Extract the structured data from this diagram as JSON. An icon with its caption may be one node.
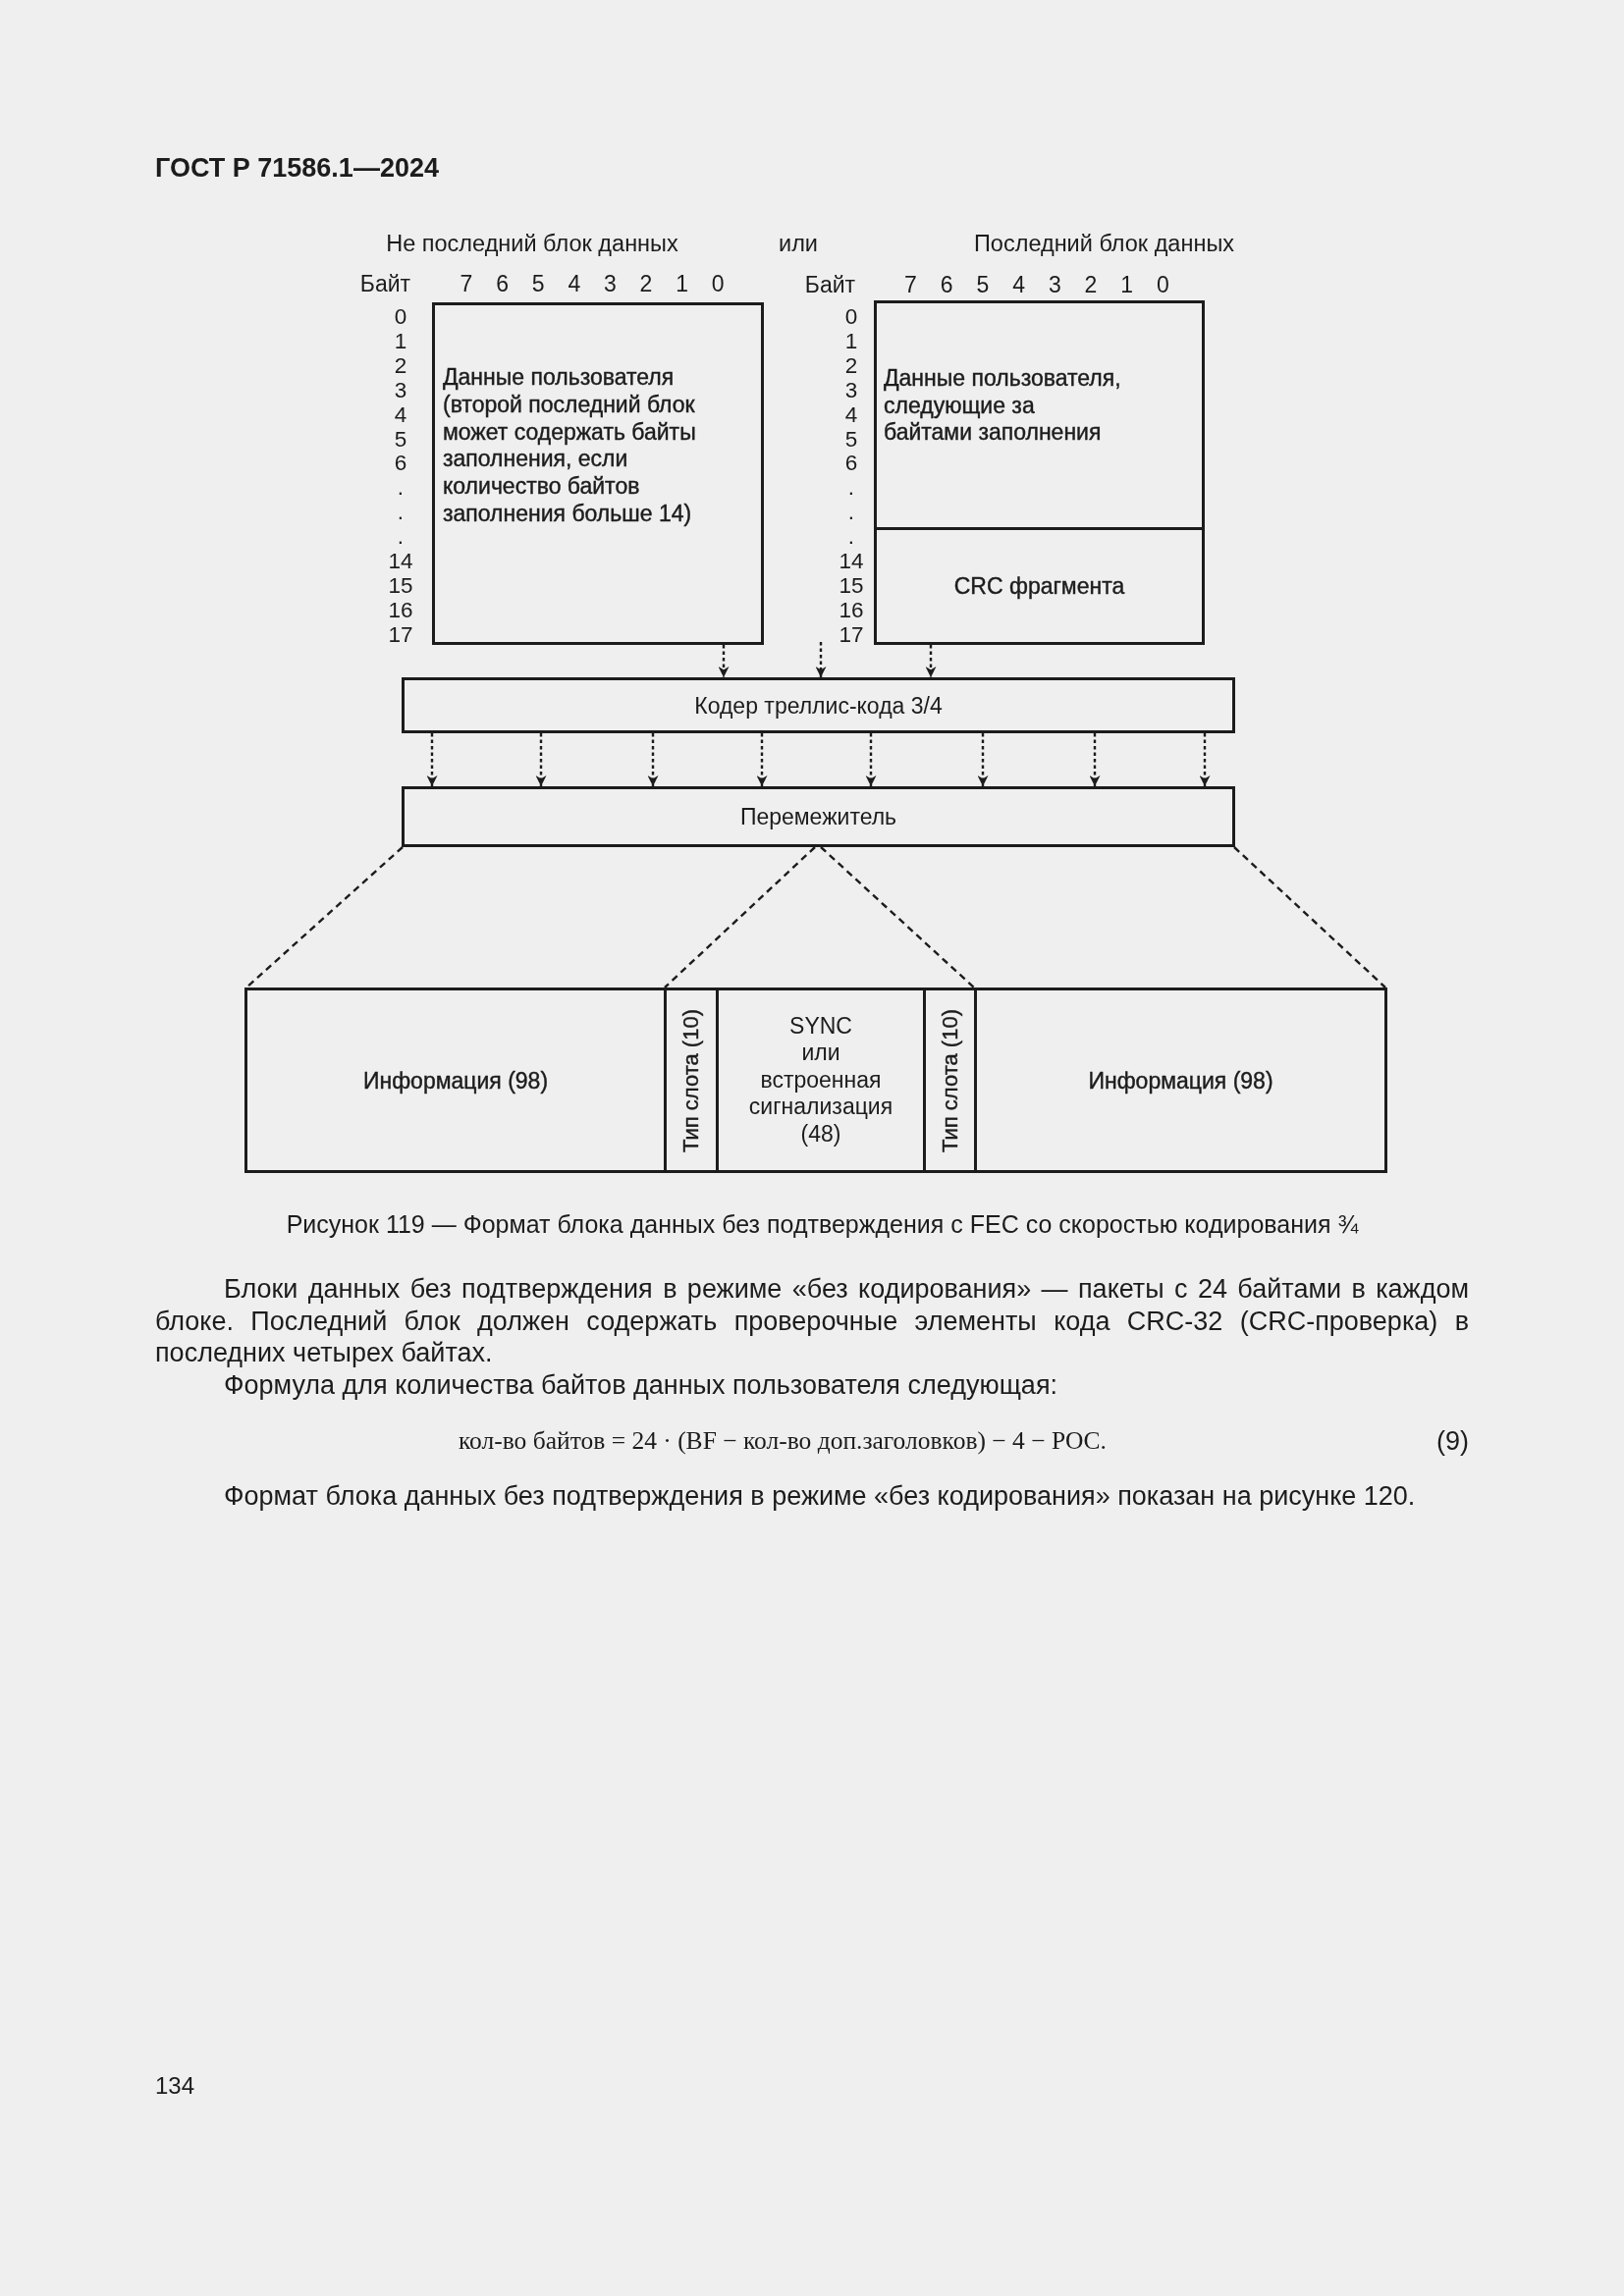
{
  "diagram": {
    "caption": "Рисунок 119 — Формат блока данных без подтверждения с FEC со скоростью кодирования ¾",
    "nodes": [
      {
        "text": [
          "Данные пользователя (второй последний блок может содержать байты заполнения, если количество байтов заполнения больше 14)"
        ],
        "beside": [
          "Не последний блок данных"
        ]
      },
      {
        "text": [],
        "shape": "box",
        "beside": [
          "Последний блок данных"
        ]
      },
      {
        "text": [
          "Данные пользователя, следующие за байтами заполнения"
        ],
        "in": 1
      },
      {
        "text": [
          "CRC фрагмента"
        ],
        "in": 1
      },
      {
        "text": [
          "Кодер треллис-кода 3/4"
        ]
      },
      {
        "text": [
          "Перемежитель"
        ]
      },
      {
        "text": [
          "Информация (98)"
        ]
      },
      {
        "text": [
          "Тип слота (10)"
        ]
      },
      {
        "text": [
          "SYNC или встроенная сигнализация (48)"
        ]
      },
      {
        "text": [
          "Тип слота (10)"
        ]
      },
      {
        "text": [
          "Информация (98)"
        ]
      }
    ],
    "edges": [
      {
        "from": 0,
        "to": 4,
        "arrow": "to",
        "style": "dashed"
      },
      {
        "from": null,
        "to": 4,
        "arrow": "to",
        "style": "dashed"
      },
      {
        "from": 1,
        "to": 4,
        "arrow": "to",
        "style": "dashed"
      },
      {
        "from": 4,
        "to": 5,
        "arrow": "to",
        "style": "dashed"
      },
      {
        "from": 4,
        "to": 5,
        "arrow": "to",
        "style": "dashed"
      },
      {
        "from": 4,
        "to": 5,
        "arrow": "to",
        "style": "dashed"
      },
      {
        "from": 4,
        "to": 5,
        "arrow": "to",
        "style": "dashed"
      },
      {
        "from": 4,
        "to": 5,
        "arrow": "to",
        "style": "dashed"
      },
      {
        "from": 4,
        "to": 5,
        "arrow": "to",
        "style": "dashed"
      },
      {
        "from": 4,
        "to": 5,
        "arrow": "to",
        "style": "dashed"
      },
      {
        "from": 4,
        "to": 5,
        "arrow": "to",
        "style": "dashed"
      },
      {
        "from": 5,
        "to": 6,
        "arrow": "none",
        "style": "dashed"
      },
      {
        "from": 5,
        "to": 6,
        "arrow": "none",
        "style": "dashed"
      },
      {
        "from": 5,
        "to": 10,
        "arrow": "none",
        "style": "dashed"
      },
      {
        "from": 5,
        "to": 10,
        "arrow": "none",
        "style": "dashed"
      }
    ],
    "labels": [
      "ГОСТ Р 71586.1—2024",
      "или",
      "Байт",
      "7",
      "6",
      "5",
      "4",
      "3",
      "2",
      "1",
      "0",
      "Байт",
      "7",
      "6",
      "5",
      "4",
      "3",
      "2",
      "1",
      "0",
      "0",
      "1",
      "2",
      "3",
      "4",
      "5",
      "6",
      ".",
      ".",
      ".",
      "14",
      "15",
      "16",
      "17",
      "0",
      "1",
      "2",
      "3",
      "4",
      "5",
      "6",
      ".",
      ".",
      ".",
      "14",
      "15",
      "16",
      "17",
      "Блоки данных без подтверждения в режиме «без кодирования» — пакеты с 24 байтами в каждом блоке. Последний блок должен содержать проверочные элементы кода CRC-32 (CRC-проверка) в последних четырех байтах.",
      "Формула для количества байтов данных пользователя следующая:",
      "кол-во байтов = 24 · (BF − кол-во доп.заголовков) − 4 − POC.",
      "(9)",
      "Формат блока данных без подтверждения в режиме «без кодирования» показан на рисунке 120.",
      "134"
    ]
  }
}
